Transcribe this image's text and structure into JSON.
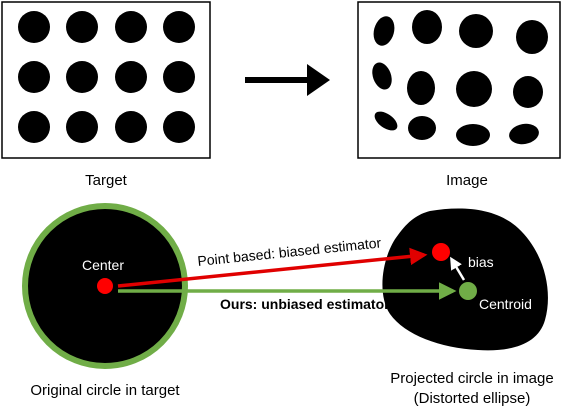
{
  "top": {
    "target_label": "Target",
    "image_label": "Image"
  },
  "bottom": {
    "center_label": "Center",
    "point_based_label": "Point based: biased estimator",
    "ours_label": "Ours: unbiased estimator",
    "bias_label": "bias",
    "centroid_label": "Centroid",
    "original_caption": "Original circle in target",
    "projected_caption_line1": "Projected circle in image",
    "projected_caption_line2": "(Distorted ellipse)"
  },
  "colors": {
    "dot": "#000000",
    "outline_green": "#70ad47",
    "red": "#ff0000",
    "red_arrow": "#e00000",
    "centroid_green": "#70ad47",
    "white": "#ffffff"
  }
}
